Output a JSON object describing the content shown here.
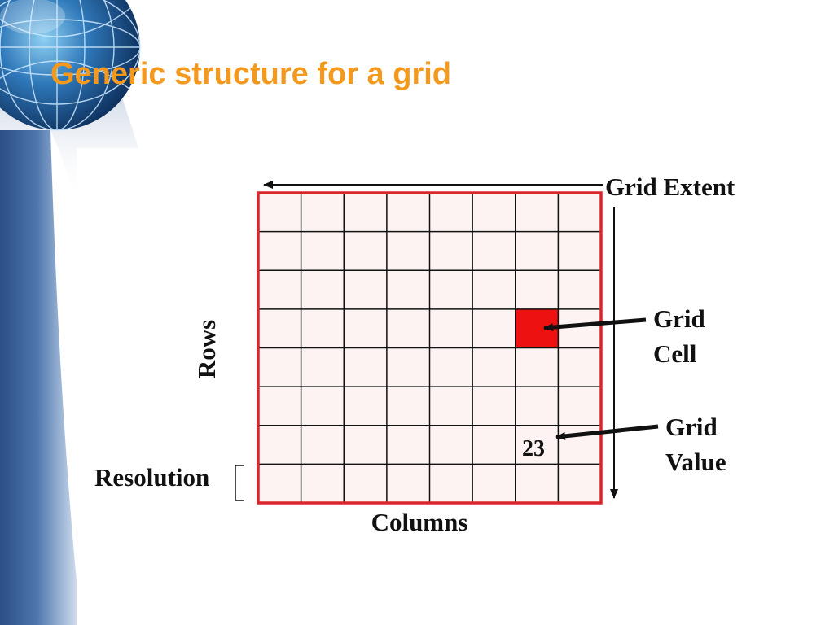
{
  "slide": {
    "title": "Generic structure for a grid"
  },
  "decor": {
    "globe": "globe-icon"
  },
  "diagram": {
    "labels": {
      "grid_extent": "Grid Extent",
      "grid_cell_line1": "Grid",
      "grid_cell_line2": "Cell",
      "grid_value_line1": "Grid",
      "grid_value_line2": "Value",
      "rows": "Rows",
      "columns": "Columns",
      "resolution": "Resolution"
    },
    "cell_value": "23",
    "grid": {
      "rows": 8,
      "columns": 8,
      "highlighted_cell": {
        "row": 4,
        "column": 7
      }
    },
    "colors": {
      "title": "#f39a1e",
      "grid_border": "#d9262c",
      "cell_fill": "#fdf3f3",
      "highlight": "#ee1111",
      "lines": "#111111"
    }
  }
}
